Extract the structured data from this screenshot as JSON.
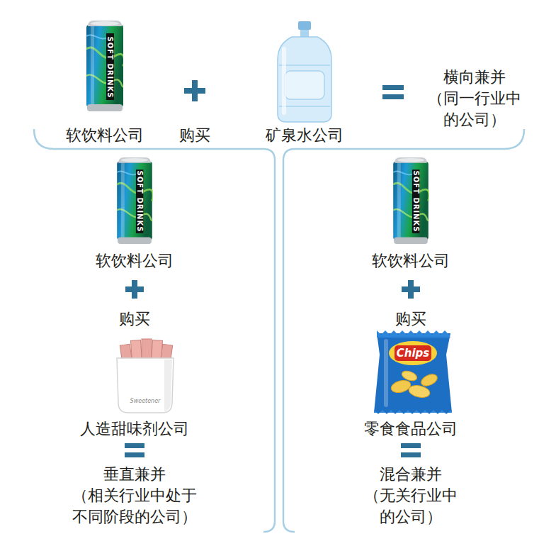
{
  "diagram": {
    "labels": [
      "软饮料公司",
      "购买",
      "矿泉水公司",
      "横向兼并",
      "（同一行业中 的公司）",
      "软饮料公司",
      "购买",
      "人造甜味剂公司",
      "垂直兼并",
      "（相关行业中处于 不同阶段的公司）",
      "软饮料公司",
      "购买",
      "零食食品公司",
      "混合兼并",
      "（无关行业中 的公司）",
      "SOFT DRINKS",
      "SOFT DRINKS",
      "SOFT DRINKS",
      "Chips",
      "Sweetener"
    ]
  }
}
